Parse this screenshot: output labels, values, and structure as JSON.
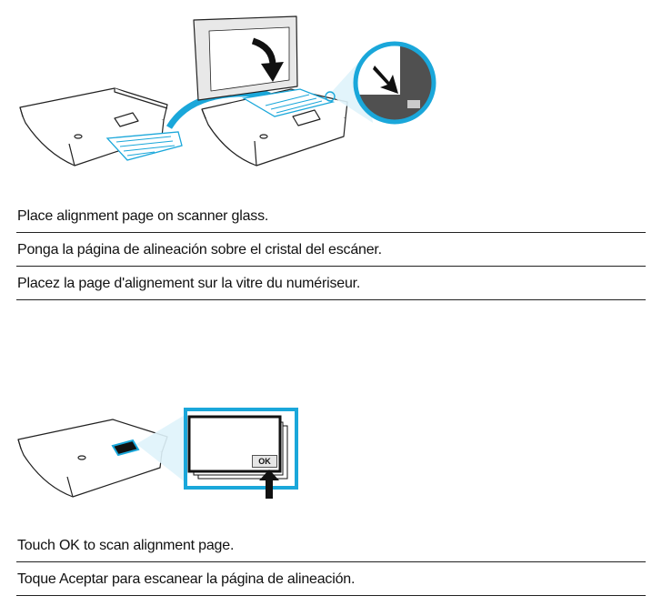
{
  "section1": {
    "captions": [
      "Place alignment page on scanner glass.",
      "Ponga la página de alineación sobre el cristal del escáner.",
      "Placez la page d'alignement sur la vitre du numériseur."
    ]
  },
  "section2": {
    "screen_button_label": "OK",
    "captions": [
      "Touch OK to scan alignment page.",
      "Toque Aceptar para escanear la página de alineación."
    ]
  },
  "colors": {
    "accent": "#1aa7da",
    "text": "#111111",
    "rule": "#222222",
    "dark_panel": "#505050"
  }
}
